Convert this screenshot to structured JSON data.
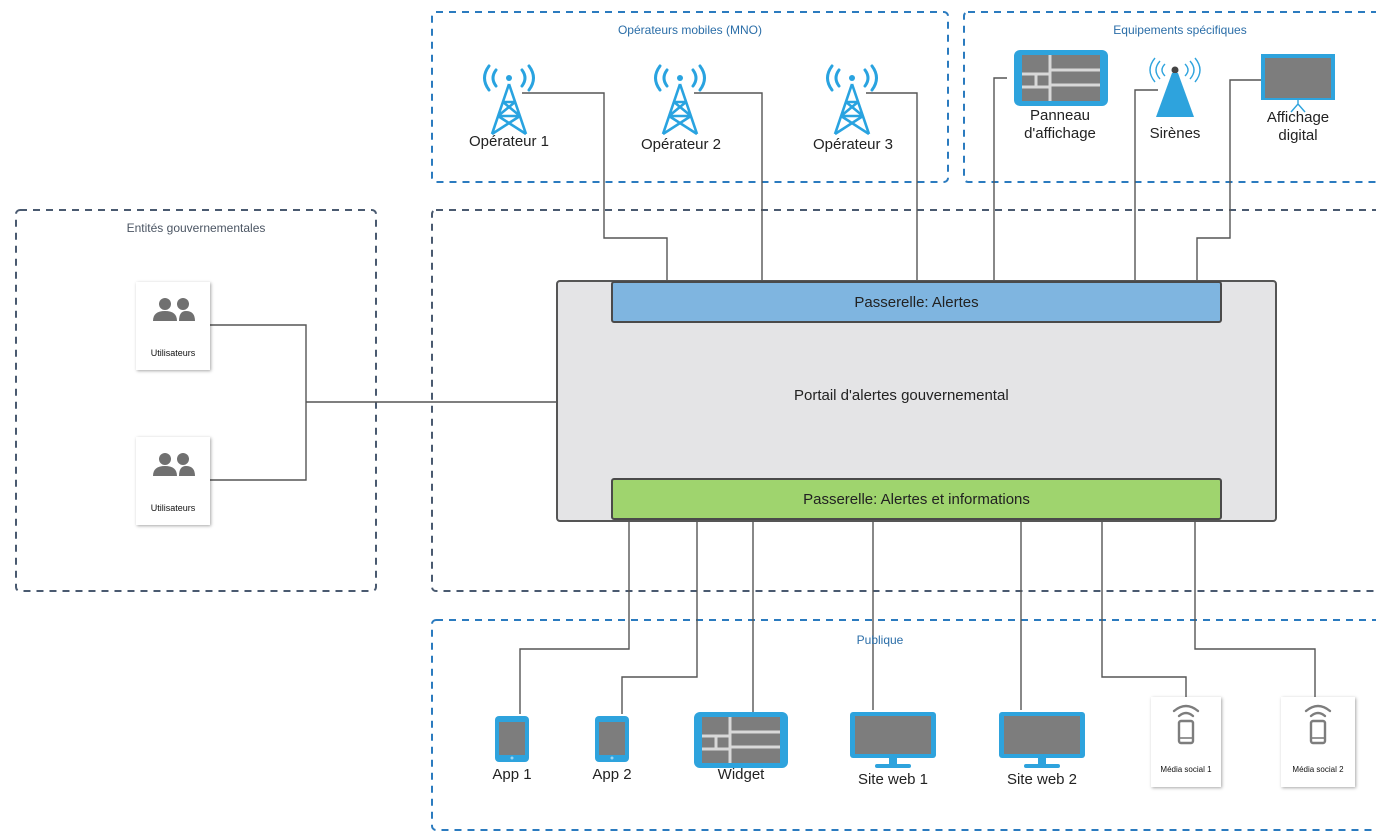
{
  "groups": {
    "mno": "Opérateurs mobiles (MNO)",
    "equipment": "Equipements spécifiques",
    "government": "Entités gouvernementales",
    "public": "Publique"
  },
  "operators": [
    "Opérateur 1",
    "Opérateur 2",
    "Opérateur 3"
  ],
  "equipment": {
    "panel_line1": "Panneau",
    "panel_line2": "d'affichage",
    "sirens": "Sirènes",
    "digital_line1": "Affichage",
    "digital_line2": "digital"
  },
  "users": [
    "Utilisateurs",
    "Utilisateurs"
  ],
  "portal": {
    "title": "Portail d'alertes gouvernemental",
    "gateway_alerts": "Passerelle: Alertes",
    "gateway_info": "Passerelle: Alertes et informations"
  },
  "public_nodes": [
    "App 1",
    "App 2",
    "Widget",
    "Site web 1",
    "Site web 2",
    "Média social 1",
    "Média social 2"
  ],
  "colors": {
    "group_border_blue": "#2b7bbf",
    "group_border_gray": "#4a5a70",
    "title_blue": "#2b6ea8",
    "title_gray": "#4b5563",
    "tower_blue": "#29a3e0",
    "gateway_alerts": "#7fb5e0",
    "gateway_info": "#9fd46e",
    "portal_bg": "#e4e4e6",
    "device_gray": "#7d7d7d",
    "wire": "#555555"
  },
  "icons": [
    "cell-tower-icon",
    "users-icon",
    "tablet-icon",
    "display-panel-icon",
    "siren-icon",
    "projector-screen-icon",
    "monitor-icon",
    "wifi-phone-icon"
  ]
}
